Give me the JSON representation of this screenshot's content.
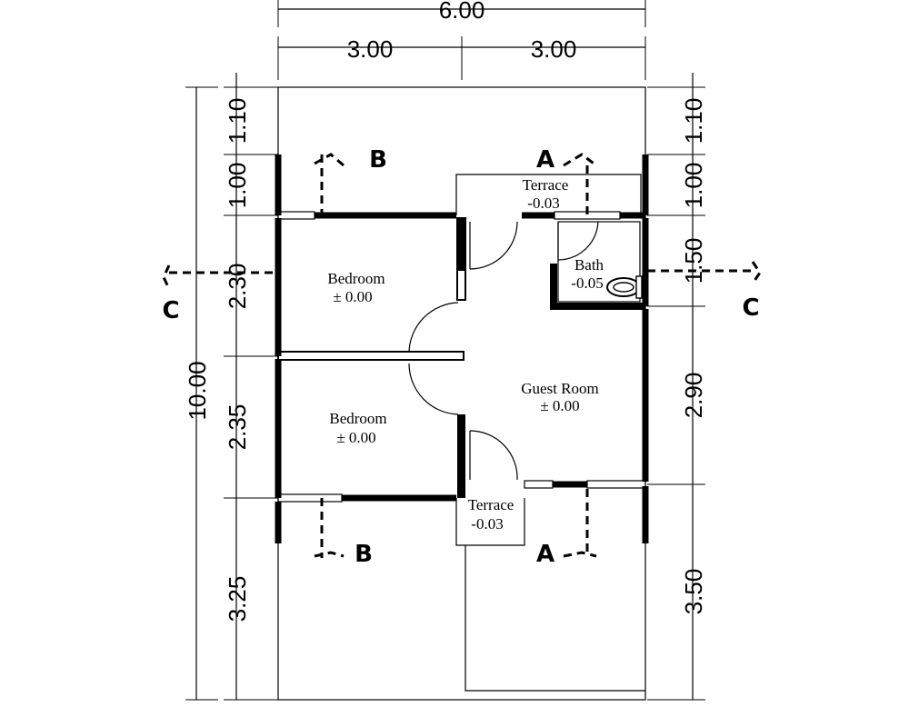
{
  "dimensions": {
    "top_total": "6.00",
    "top_left": "3.00",
    "top_right": "3.00",
    "left_total": "10.00",
    "left_segments": [
      "1.10",
      "1.00",
      "2.30",
      "2.35",
      "3.25"
    ],
    "right_segments": [
      "1.10",
      "1.00",
      "1.50",
      "2.90",
      "3.50"
    ]
  },
  "rooms": {
    "bedroom_top": {
      "name": "Bedroom",
      "level": "± 0.00"
    },
    "bedroom_bottom": {
      "name": "Bedroom",
      "level": "± 0.00"
    },
    "guest_room": {
      "name": "Guest Room",
      "level": "± 0.00"
    },
    "bath": {
      "name": "Bath",
      "level": "-0.05"
    },
    "terrace_top": {
      "name": "Terrace",
      "level": "-0.03"
    },
    "terrace_bottom": {
      "name": "Terrace",
      "level": "-0.03"
    }
  },
  "section_marks": {
    "a_top": "A",
    "a_bottom": "A",
    "b_top": "B",
    "b_bottom": "B",
    "c_left": "C",
    "c_right": "C"
  }
}
